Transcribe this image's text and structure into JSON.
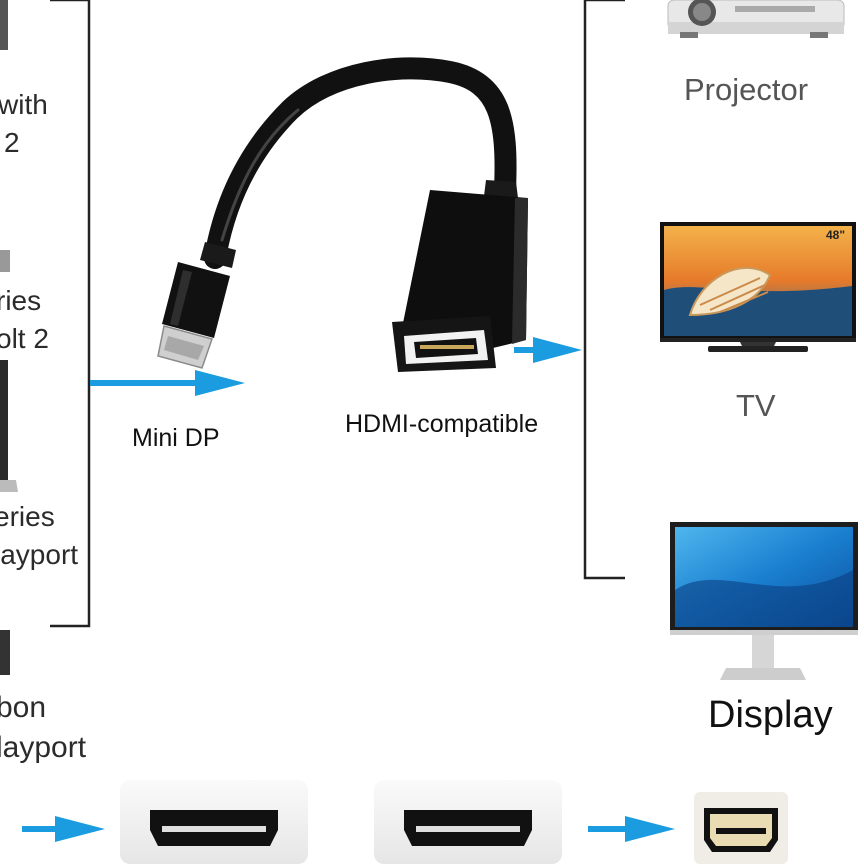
{
  "left_labels": [
    {
      "line1": "with",
      "line2": "2"
    },
    {
      "line1": "ries",
      "line2": "olt 2"
    },
    {
      "line1": "eries",
      "line2": "layport"
    },
    {
      "line1": "bon",
      "line2": "layport"
    }
  ],
  "connector_labels": {
    "mini_dp": "Mini DP",
    "hdmi": "HDMI-compatible"
  },
  "outputs": {
    "projector": "Projector",
    "tv": "TV",
    "tv_size": "48\"",
    "display": "Display"
  },
  "colors": {
    "arrow": "#1b9ce0",
    "cable": "#111111",
    "bracket": "#222222"
  }
}
